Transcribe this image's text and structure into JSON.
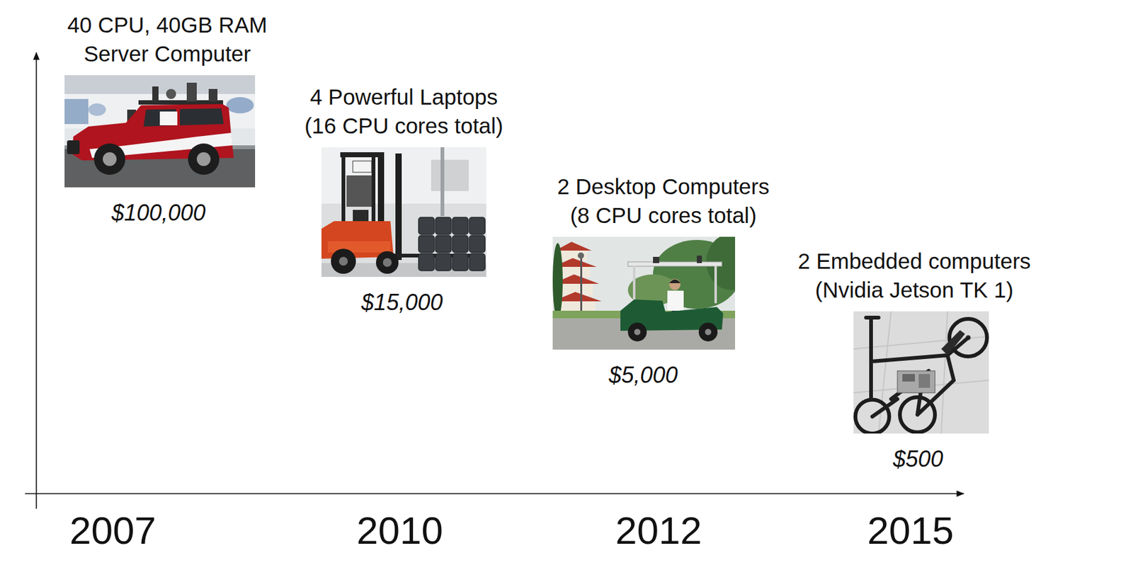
{
  "diagram": {
    "nodes": [
      {
        "text": [
          "40 CPU, 40GB RAM Server Computer",
          "$100,000"
        ]
      },
      {
        "text": [
          "4 Powerful Laptops (16 CPU cores total)",
          "$15,000"
        ]
      },
      {
        "text": [
          "2 Desktop Computers (8 CPU cores total)",
          "$5,000"
        ]
      },
      {
        "text": [
          "2 Embedded computers (Nvidia Jetson TK 1)",
          "$500"
        ]
      }
    ],
    "labels": [
      "2007",
      "2010",
      "2012",
      "2015"
    ]
  }
}
